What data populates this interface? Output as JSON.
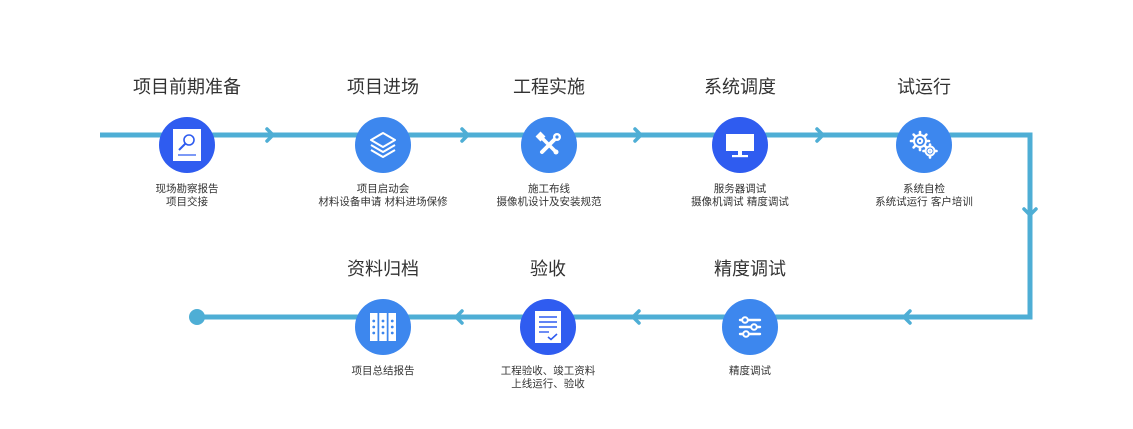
{
  "colors": {
    "line": "#4eaed5",
    "circle_dark": "#2f5cf0",
    "circle_light": "#3d87ee",
    "text": "#333333"
  },
  "steps": [
    {
      "title": "项目前期准备",
      "icon": "document-search-icon",
      "lines": [
        "现场勘察报告",
        "项目交接"
      ]
    },
    {
      "title": "项目进场",
      "icon": "layers-icon",
      "lines": [
        "项目启动会",
        "材料设备申请 材料进场保修"
      ]
    },
    {
      "title": "工程实施",
      "icon": "tools-icon",
      "lines": [
        "施工布线",
        "摄像机设计及安装规范"
      ]
    },
    {
      "title": "系统调度",
      "icon": "monitor-icon",
      "lines": [
        "服务器调试",
        "摄像机调试 精度调试"
      ]
    },
    {
      "title": "试运行",
      "icon": "gears-icon",
      "lines": [
        "系统自检",
        "系统试运行 客户培训"
      ]
    },
    {
      "title": "精度调试",
      "icon": "sliders-icon",
      "lines": [
        "精度调试"
      ]
    },
    {
      "title": "验收",
      "icon": "checklist-icon",
      "lines": [
        "工程验收、竣工资料",
        "上线运行、验收"
      ]
    },
    {
      "title": "资料归档",
      "icon": "binders-icon",
      "lines": [
        "项目总结报告"
      ]
    }
  ]
}
